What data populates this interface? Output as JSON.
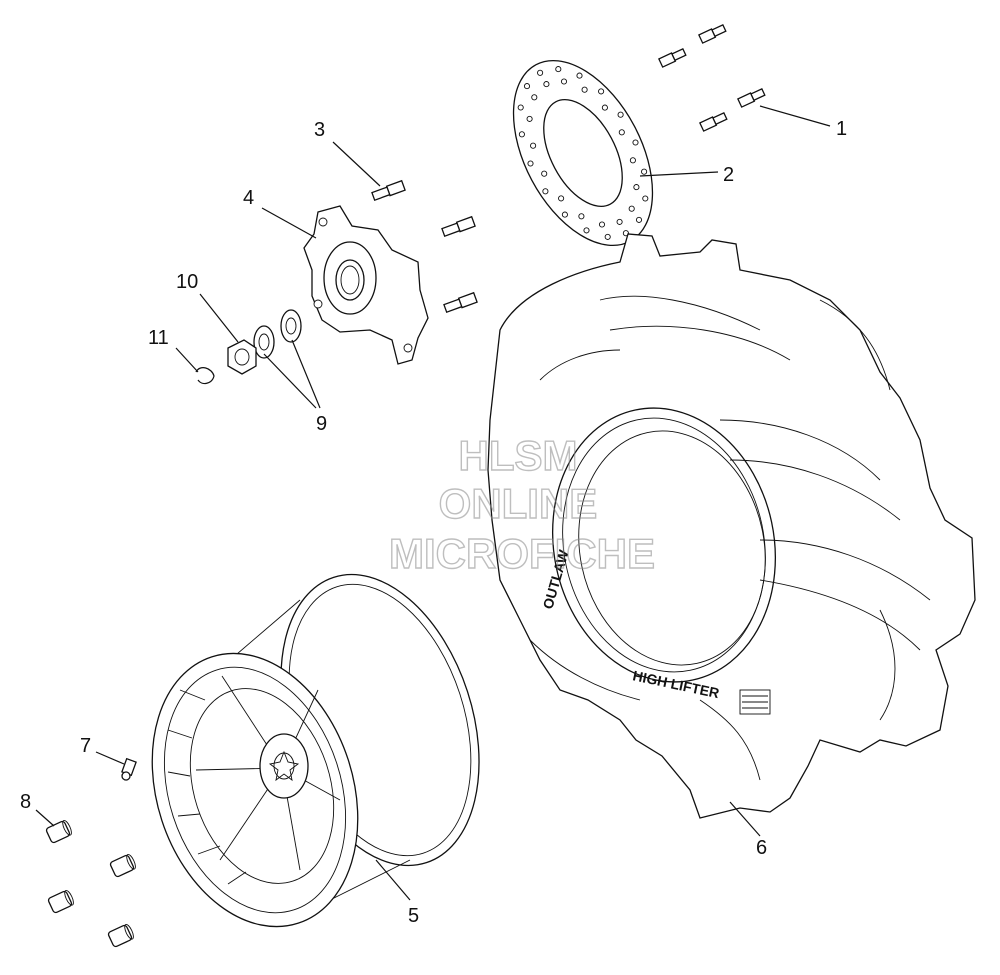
{
  "callouts": [
    {
      "id": "1",
      "label": "1"
    },
    {
      "id": "2",
      "label": "2"
    },
    {
      "id": "3",
      "label": "3"
    },
    {
      "id": "4",
      "label": "4"
    },
    {
      "id": "5",
      "label": "5"
    },
    {
      "id": "6",
      "label": "6"
    },
    {
      "id": "7",
      "label": "7"
    },
    {
      "id": "8",
      "label": "8"
    },
    {
      "id": "9",
      "label": "9"
    },
    {
      "id": "10",
      "label": "10"
    },
    {
      "id": "11",
      "label": "11"
    }
  ],
  "watermark": {
    "line1": "HLSM",
    "line2": "ONLINE",
    "line3": "MICROFICHE"
  },
  "tire_sidewall": {
    "brand": "OUTLAW",
    "model": "HIGH LIFTER"
  }
}
